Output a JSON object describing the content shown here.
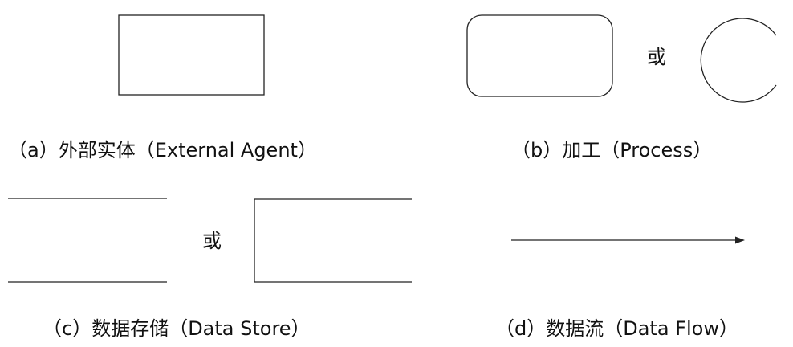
{
  "or_text": "或",
  "captions": {
    "external_agent": "（a）外部实体（External Agent）",
    "process": "（b）加工（Process）",
    "data_store": "（c）数据存储（Data Store）",
    "data_flow": "（d）数据流（Data Flow）"
  }
}
